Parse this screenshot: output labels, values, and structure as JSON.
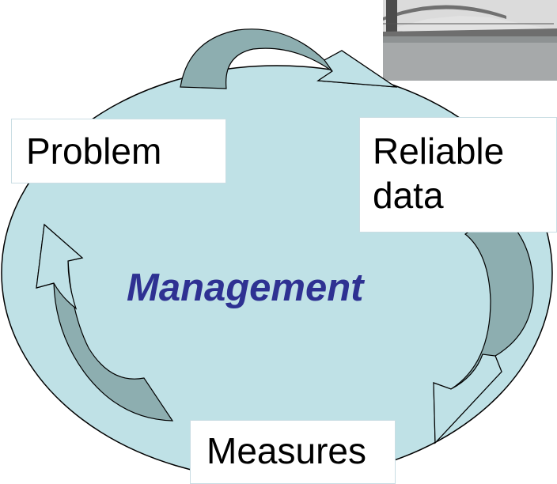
{
  "diagram": {
    "center_label": "Management",
    "nodes": [
      {
        "id": "problem",
        "lines": [
          "Problem"
        ]
      },
      {
        "id": "reliable",
        "lines": [
          "Reliable",
          "data"
        ]
      },
      {
        "id": "measures",
        "lines": [
          "Measures"
        ]
      }
    ],
    "colors": {
      "circle_fill": "#bfe1e6",
      "outline": "#000000",
      "arrow_fill": "#8daeb0",
      "arrow_light": "#d4e7ea",
      "title": "#2e3192",
      "photo_sky": "#dcdcdc",
      "photo_bridge": "#4a4a4a",
      "photo_water": "#9a9ea0"
    }
  }
}
